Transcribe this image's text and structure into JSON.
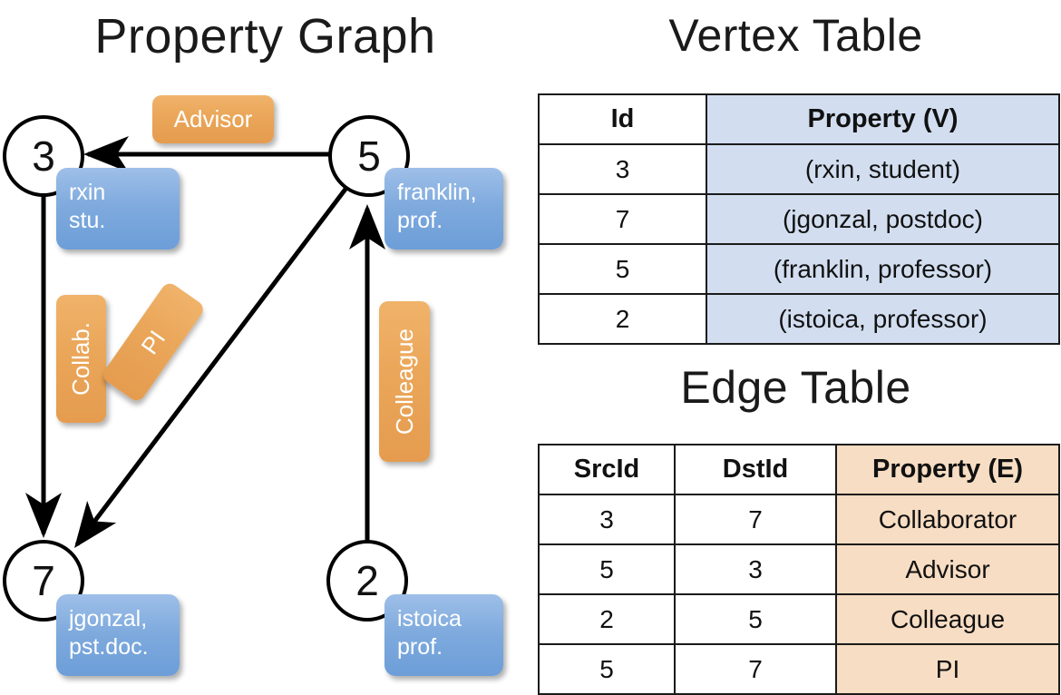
{
  "titles": {
    "property_graph": "Property Graph",
    "vertex_table": "Vertex Table",
    "edge_table": "Edge Table"
  },
  "colors": {
    "vertex_property_fill": "#d2def0",
    "edge_property_fill": "#f7ddc3",
    "vertex_box_fill": "#7da9dd",
    "edge_label_fill": "#eaa659",
    "node_stroke": "#000000",
    "text": "#111111"
  },
  "graph": {
    "nodes": [
      {
        "id": "3",
        "property": "rxin\nstu.",
        "property_line1": "rxin",
        "property_line2": "stu."
      },
      {
        "id": "5",
        "property": "franklin, prof.",
        "property_line1": "franklin,",
        "property_line2": "prof."
      },
      {
        "id": "7",
        "property": "jgonzal, pst.doc.",
        "property_line1": "jgonzal,",
        "property_line2": "pst.doc."
      },
      {
        "id": "2",
        "property": "istoica prof.",
        "property_line1": "istoica",
        "property_line2": "prof."
      }
    ],
    "edge_labels": {
      "advisor": "Advisor",
      "collab": "Collab.",
      "pi": "PI",
      "colleague": "Colleague"
    },
    "edges": [
      {
        "src": "5",
        "dst": "3",
        "label": "Advisor"
      },
      {
        "src": "3",
        "dst": "7",
        "label": "Collab."
      },
      {
        "src": "5",
        "dst": "7",
        "label": "PI"
      },
      {
        "src": "2",
        "dst": "5",
        "label": "Colleague"
      }
    ]
  },
  "vertex_table": {
    "headers": [
      "Id",
      "Property (V)"
    ],
    "rows": [
      {
        "id": "3",
        "property": "(rxin, student)"
      },
      {
        "id": "7",
        "property": "(jgonzal, postdoc)"
      },
      {
        "id": "5",
        "property": "(franklin, professor)"
      },
      {
        "id": "2",
        "property": "(istoica, professor)"
      }
    ]
  },
  "edge_table": {
    "headers": [
      "SrcId",
      "DstId",
      "Property (E)"
    ],
    "rows": [
      {
        "src": "3",
        "dst": "7",
        "property": "Collaborator"
      },
      {
        "src": "5",
        "dst": "3",
        "property": "Advisor"
      },
      {
        "src": "2",
        "dst": "5",
        "property": "Colleague"
      },
      {
        "src": "5",
        "dst": "7",
        "property": "PI"
      }
    ]
  }
}
